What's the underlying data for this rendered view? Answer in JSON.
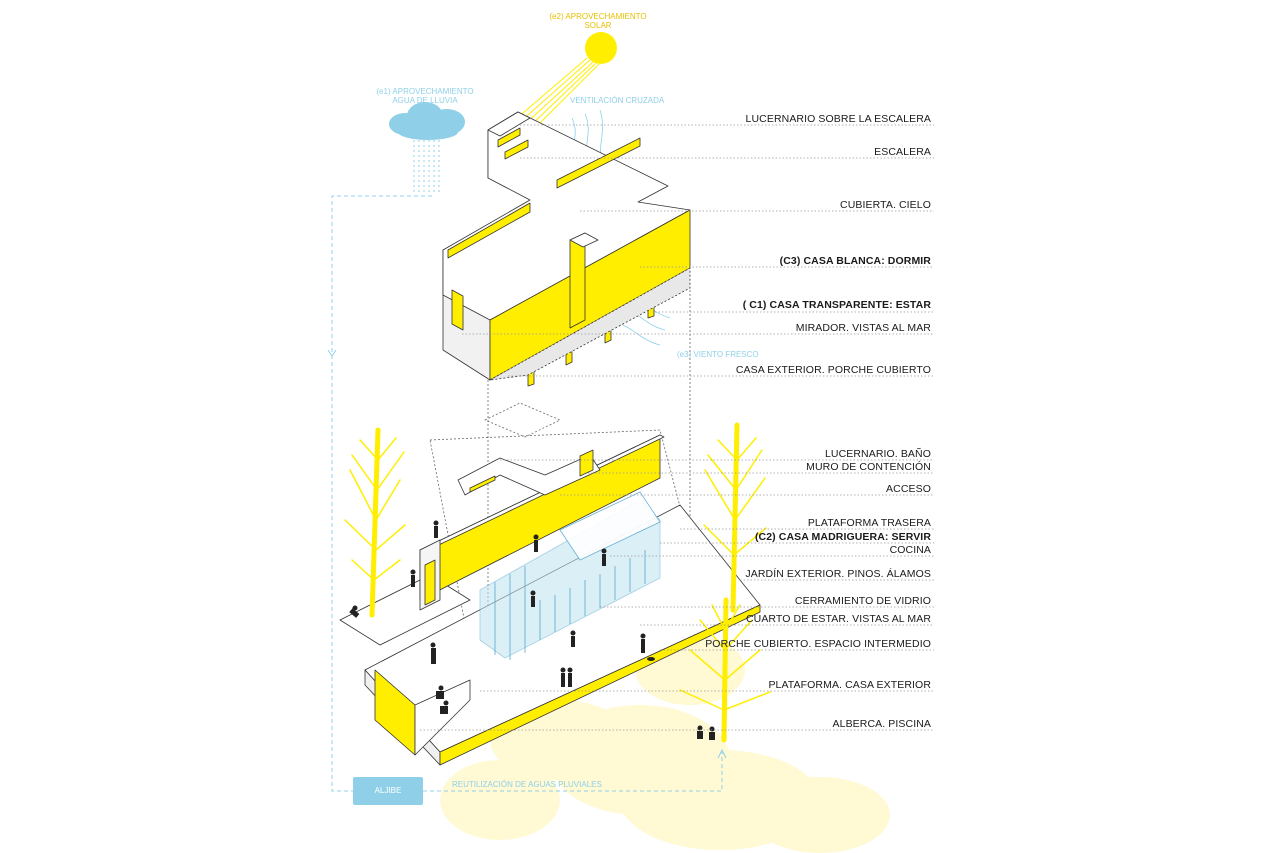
{
  "annotations": {
    "solar": [
      "(e2) APROVECHAMIENTO",
      "SOLAR"
    ],
    "rain": [
      "(e1) APROVECHAMIENTO",
      "AGUA DE LLUVIA"
    ],
    "cross_ventilation": "VENTILACIÓN CRUZADA",
    "fresh_wind": "(e3) VIENTO FRESCO",
    "cistern": "ALJIBE",
    "water_reuse": "REUTILIZACIÓN DE AGUAS PLUVIALES"
  },
  "labels": [
    {
      "text": "LUCERNARIO SOBRE LA ESCALERA",
      "bold": false
    },
    {
      "text": "ESCALERA",
      "bold": false
    },
    {
      "text": "CUBIERTA. CIELO",
      "bold": false
    },
    {
      "text": "(C3) CASA BLANCA: DORMIR",
      "bold": true
    },
    {
      "text": "( C1) CASA TRANSPARENTE: ESTAR",
      "bold": true
    },
    {
      "text": "MIRADOR. VISTAS AL MAR",
      "bold": false
    },
    {
      "text": "CASA EXTERIOR. PORCHE CUBIERTO",
      "bold": false
    },
    {
      "text": "LUCERNARIO. BAÑO",
      "bold": false
    },
    {
      "text": "MURO DE CONTENCIÓN",
      "bold": false
    },
    {
      "text": "ACCESO",
      "bold": false
    },
    {
      "text": "PLATAFORMA TRASERA",
      "bold": false
    },
    {
      "text": "(C2) CASA MADRIGUERA: SERVIR",
      "bold": true
    },
    {
      "text": "COCINA",
      "bold": false
    },
    {
      "text": "JARDÍN EXTERIOR. PINOS. ÁLAMOS",
      "bold": false
    },
    {
      "text": "CERRAMIENTO DE VIDRIO",
      "bold": false
    },
    {
      "text": "CUARTO DE ESTAR. VISTAS AL MAR",
      "bold": false
    },
    {
      "text": "PORCHE CUBIERTO. ESPACIO INTERMEDIO",
      "bold": false
    },
    {
      "text": "PLATAFORMA. CASA EXTERIOR",
      "bold": false
    },
    {
      "text": "ALBERCA. PISCINA",
      "bold": false
    }
  ],
  "colors": {
    "accent_yellow": "#ffee00",
    "water_blue": "#8fd0e8",
    "glass_blue": "#bfe3f2",
    "line_dark": "#333333"
  }
}
